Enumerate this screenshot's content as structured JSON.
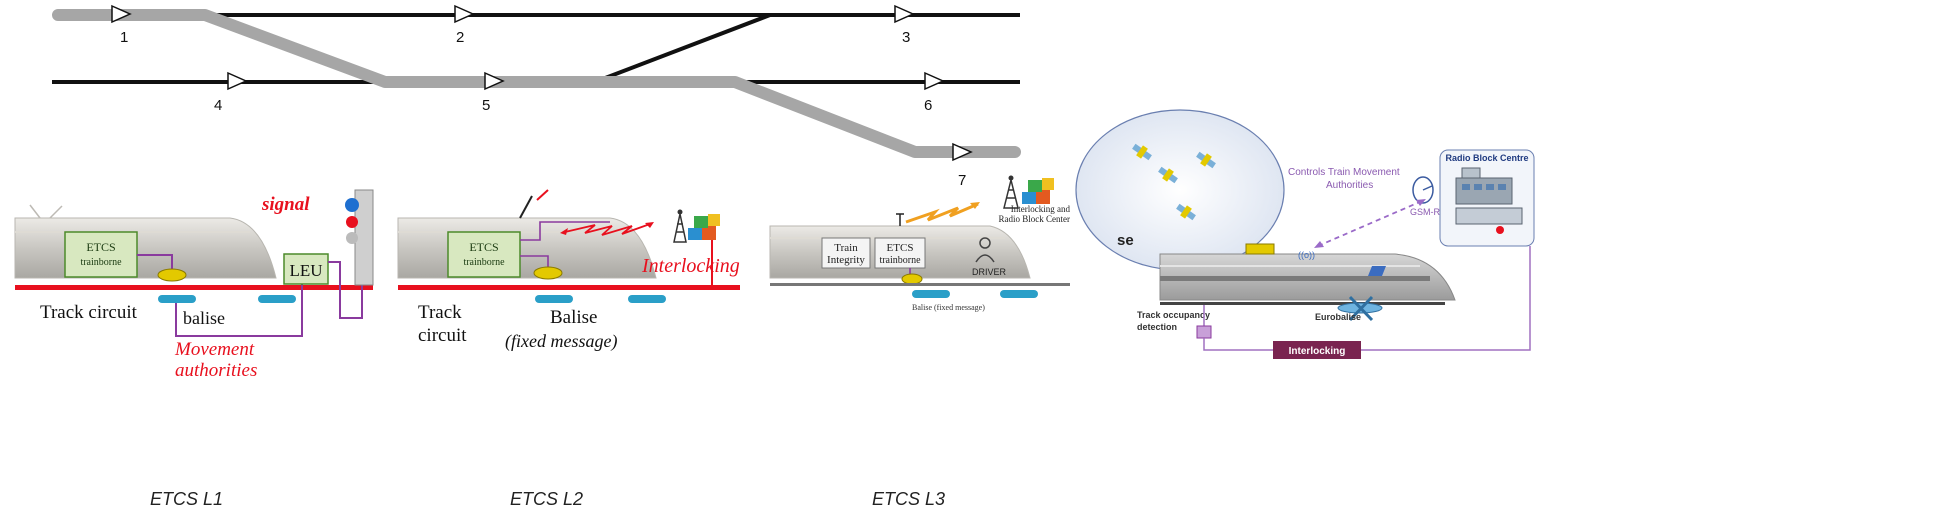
{
  "track": {
    "labels": [
      "1",
      "2",
      "3",
      "4",
      "5",
      "6",
      "7"
    ]
  },
  "panels": {
    "l1": {
      "caption": "ETCS L1",
      "trainborne_line1": "ETCS",
      "trainborne_line2": "trainborne",
      "signal": "signal",
      "leu": "LEU",
      "track_circuit": "Track circuit",
      "balise": "balise",
      "movement_line1": "Movement",
      "movement_line2": "authorities"
    },
    "l2": {
      "caption": "ETCS L2",
      "trainborne_line1": "ETCS",
      "trainborne_line2": "trainborne",
      "interlocking": "Interlocking",
      "track_line1": "Track",
      "track_line2": "circuit",
      "balise": "Balise",
      "fixed_message": "(fixed message)"
    },
    "l3": {
      "caption": "ETCS L3",
      "train_line1": "Train",
      "train_line2": "Integrity",
      "etcs_line1": "ETCS",
      "etcs_line2": "trainborne",
      "driver": "DRIVER",
      "ilrbc_line1": "Interlocking and",
      "ilrbc_line2": "Radio Block Center",
      "balise_msg": "Balise (fixed message)"
    },
    "right": {
      "se": "se",
      "controls_line1": "Controls Train Movement",
      "controls_line2": "Authorities",
      "gsmr": "GSM-R",
      "rbc": "Radio Block Centre",
      "track_occ_line1": "Track occupancy",
      "track_occ_line2": "detection",
      "eurobalise": "Eurobalise",
      "interlocking": "Interlocking"
    }
  },
  "colors": {
    "track_dark": "#111111",
    "track_route": "#a6a6a6",
    "red": "#e8101e",
    "purple": "#8a3a9e",
    "balise_blue": "#2a9fc8",
    "balise_yellow": "#e3c900",
    "box_green": "#d8e8c0",
    "box_green_border": "#4c8a2a",
    "interlocking_box": "#7a2450"
  }
}
